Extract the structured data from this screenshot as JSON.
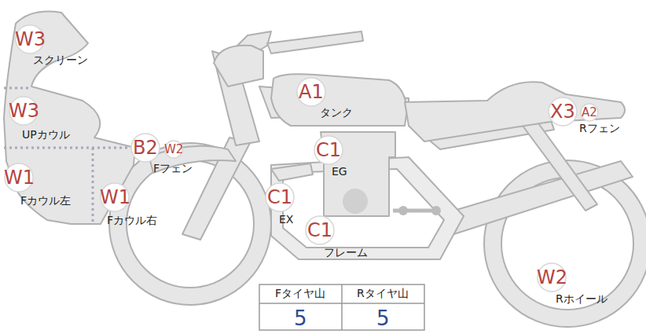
{
  "diagram": {
    "labels": [
      "W3",
      "スクリーン",
      "W3",
      "UPカウル",
      "W1",
      "Fカウル左",
      "W1",
      "Fカウル右",
      "B2",
      "W2",
      "Fフェン",
      "A1",
      "タンク",
      "C1",
      "EG",
      "C1",
      "EX",
      "C1",
      "フレーム",
      "X3",
      "A2",
      "Rフェン",
      "W2",
      "Rホイール",
      "Fタイヤ山",
      "Rタイヤ山",
      "5",
      "5"
    ]
  }
}
